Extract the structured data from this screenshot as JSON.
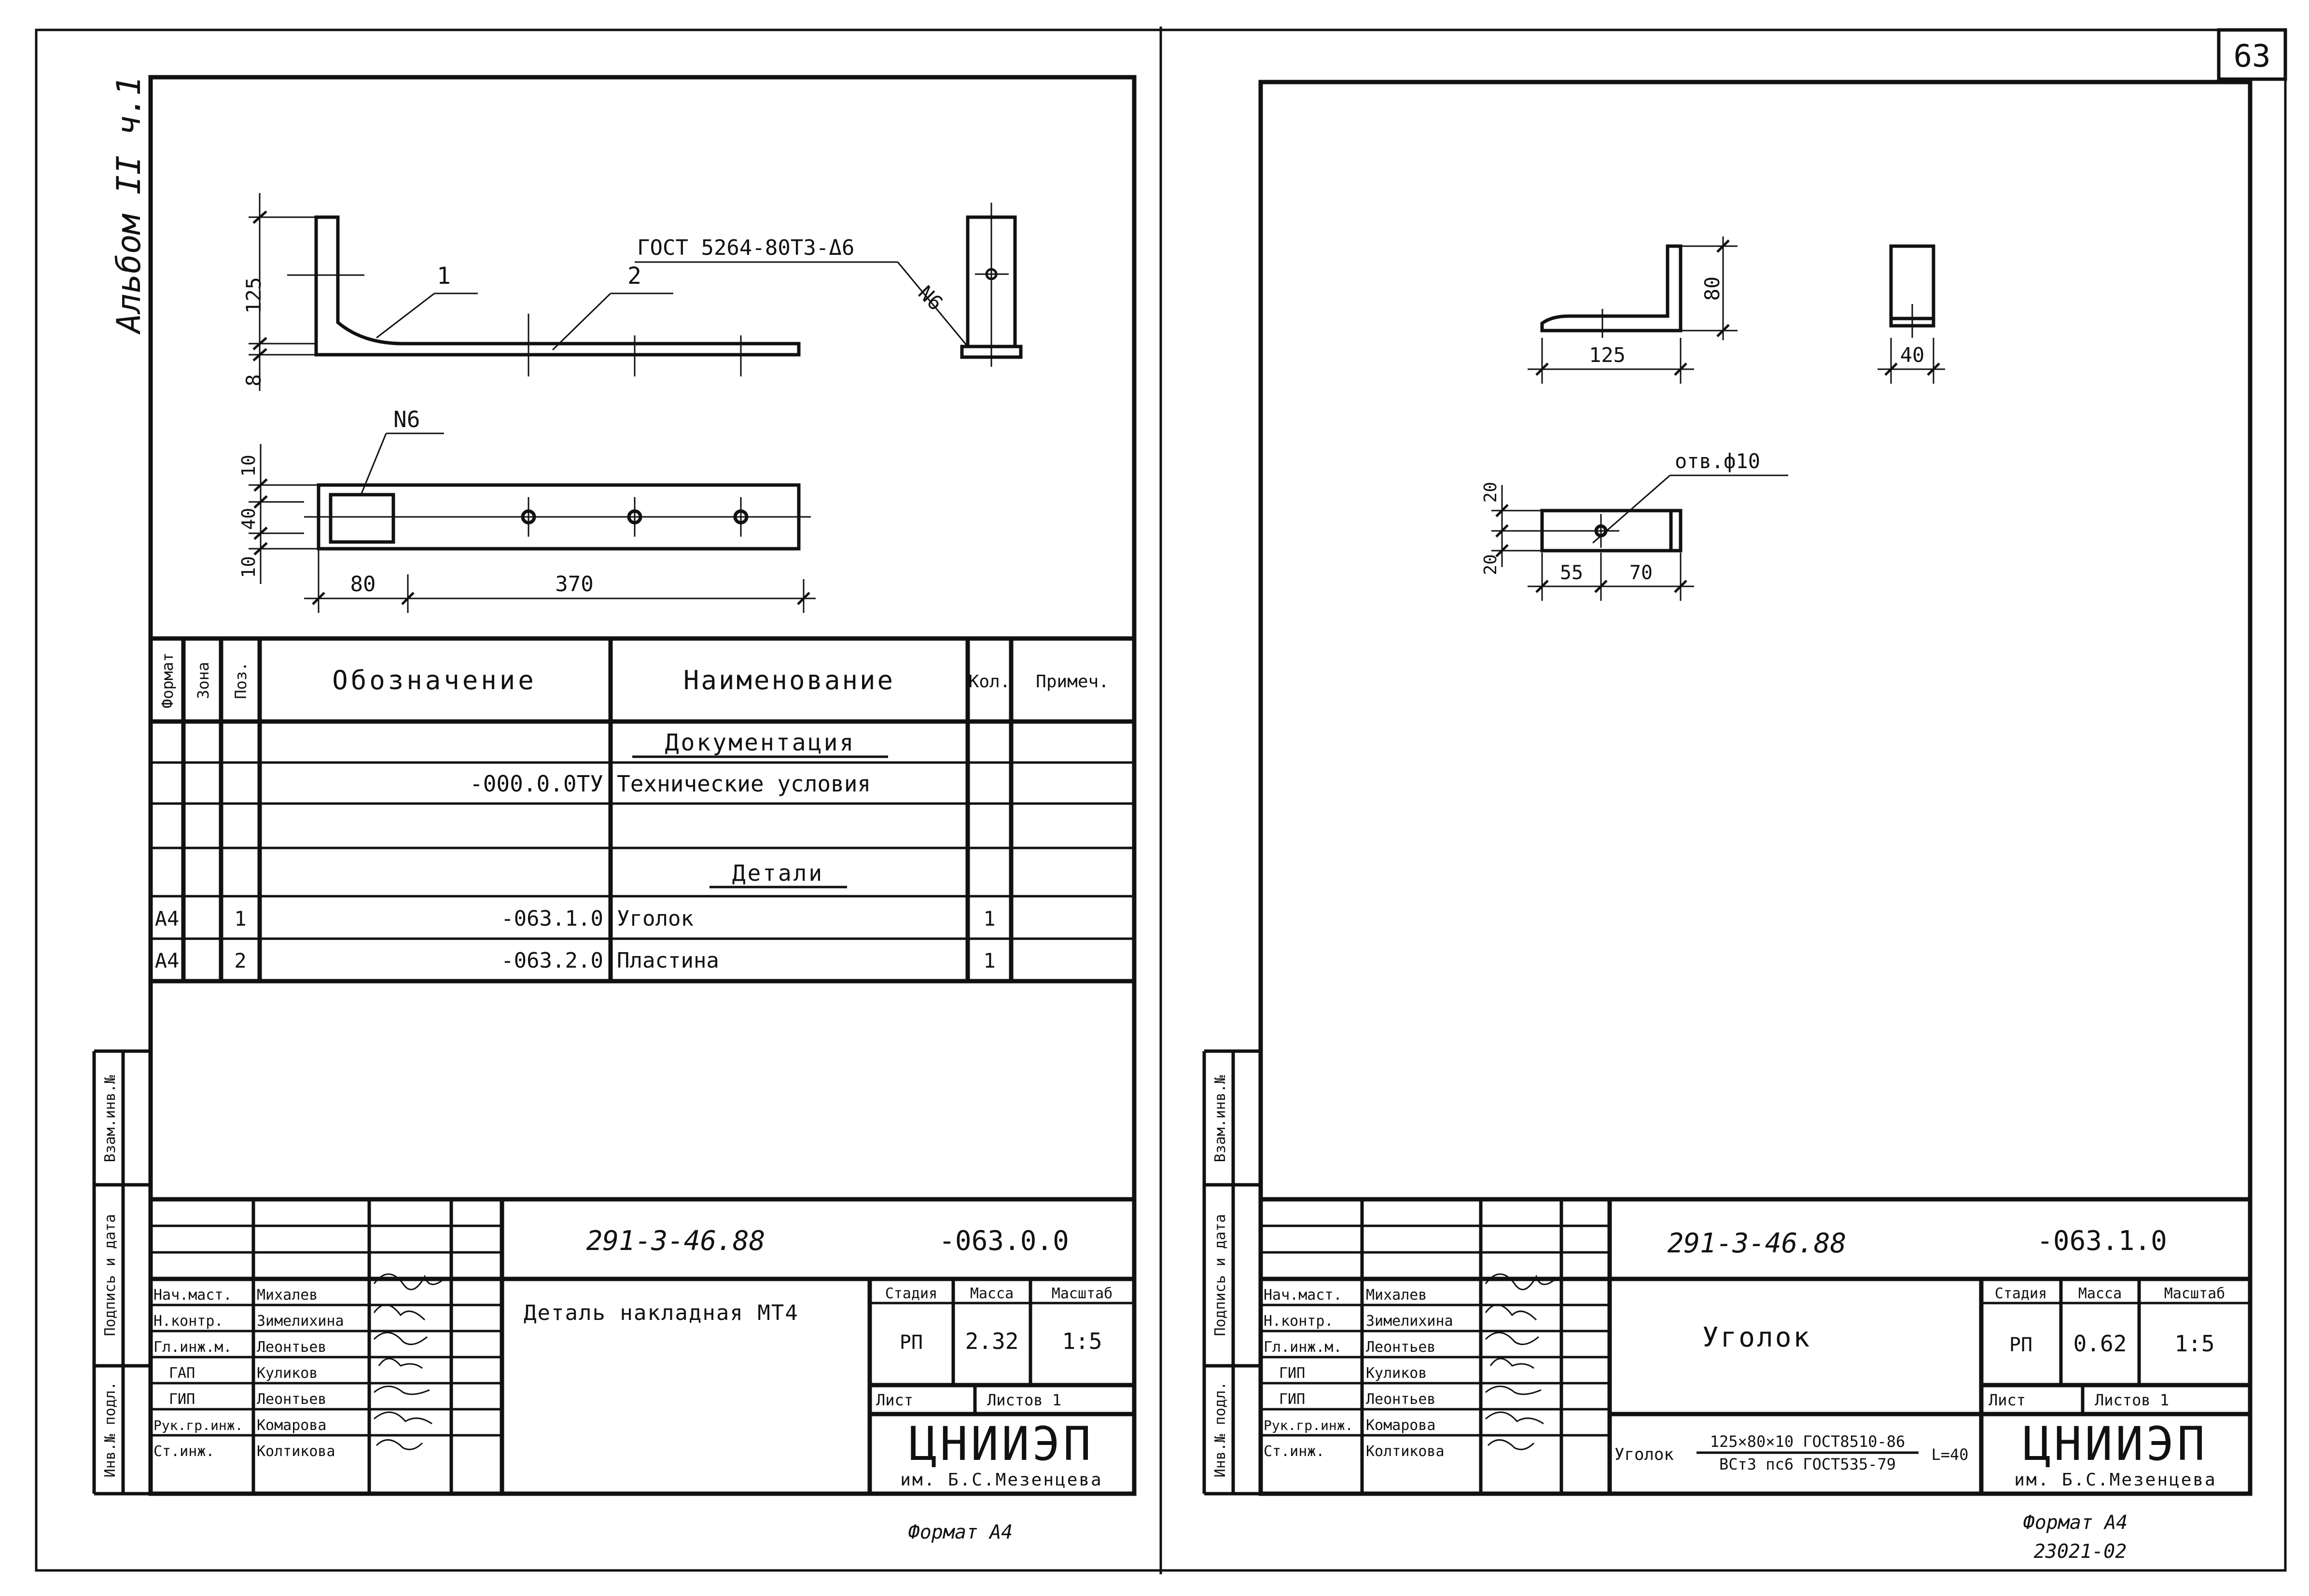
{
  "page_number": "63",
  "archive_number": "23021-02",
  "left": {
    "album_label": "Альбом II ч.1",
    "drawing": {
      "gost_note": "ГОСТ 5264-80Т3-Δ6",
      "callout_n6_side": "N6",
      "callout_n6_plan": "N6",
      "pos_1": "1",
      "pos_2": "2",
      "dim_125": "125",
      "dim_8": "8",
      "dim_10_top": "10",
      "dim_40": "40",
      "dim_10_bottom": "10",
      "dim_80": "80",
      "dim_370": "370"
    },
    "spec_table": {
      "headers": [
        "Формат",
        "Зона",
        "Поз.",
        "Обозначение",
        "Наименование",
        "Кол.",
        "Примеч."
      ],
      "rows": [
        {
          "format": "",
          "zone": "",
          "pos": "",
          "designation": "",
          "name": "Документация",
          "qty": "",
          "note": ""
        },
        {
          "format": "",
          "zone": "",
          "pos": "",
          "designation": "-000.0.0ТУ",
          "name": "Технические условия",
          "qty": "",
          "note": ""
        },
        {
          "format": "",
          "zone": "",
          "pos": "",
          "designation": "",
          "name": "",
          "qty": "",
          "note": ""
        },
        {
          "format": "",
          "zone": "",
          "pos": "",
          "designation": "",
          "name": "Детали",
          "qty": "",
          "note": ""
        },
        {
          "format": "А4",
          "zone": "",
          "pos": "1",
          "designation": "-063.1.0",
          "name": "Уголок",
          "qty": "1",
          "note": ""
        },
        {
          "format": "А4",
          "zone": "",
          "pos": "2",
          "designation": "-063.2.0",
          "name": "Пластина",
          "qty": "1",
          "note": ""
        }
      ]
    },
    "margin_labels": [
      "Взам.инв.№",
      "Подпись и дата",
      "Инв.№ подл."
    ],
    "title_block": {
      "project_code": "291-3-46.88",
      "doc_code": "-063.0.0",
      "title": "Деталь накладная МТ4",
      "stage_label": "Стадия",
      "mass_label": "Масса",
      "scale_label": "Масштаб",
      "stage": "РП",
      "mass": "2.32",
      "scale": "1:5",
      "sheet_label": "Лист",
      "sheets_label": "Листов 1",
      "org": "ЦНИИЭП",
      "org_sub": "им. Б.С.Мезенцева",
      "format_label": "Формат А4",
      "people": [
        {
          "role": "Нач.маст.",
          "name": "Михалев"
        },
        {
          "role": "Н.контр.",
          "name": "Зимелихина"
        },
        {
          "role": "Гл.инж.м.",
          "name": "Леонтьев"
        },
        {
          "role": "ГАП",
          "name": "Куликов"
        },
        {
          "role": "ГИП",
          "name": "Леонтьев"
        },
        {
          "role": "Рук.гр.инж.",
          "name": "Комарова"
        },
        {
          "role": "Ст.инж.",
          "name": "Колтикова"
        }
      ]
    }
  },
  "right": {
    "drawing": {
      "dim_80": "80",
      "dim_125": "125",
      "dim_40": "40",
      "hole_note": "отв.ф10",
      "dim_20_top": "20",
      "dim_20_bottom": "20",
      "dim_55": "55",
      "dim_70": "70"
    },
    "margin_labels": [
      "Взам.инв.№",
      "Подпись и дата",
      "Инв.№ подл."
    ],
    "title_block": {
      "project_code": "291-3-46.88",
      "doc_code": "-063.1.0",
      "title": "Уголок",
      "material_prefix": "Уголок",
      "material_top": "125×80×10 ГОСТ8510-86",
      "material_bottom": "ВСт3 пс6 ГОСТ535-79",
      "material_length": "L=40",
      "stage_label": "Стадия",
      "mass_label": "Масса",
      "scale_label": "Масштаб",
      "stage": "РП",
      "mass": "0.62",
      "scale": "1:5",
      "sheet_label": "Лист",
      "sheets_label": "Листов 1",
      "org": "ЦНИИЭП",
      "org_sub": "им. Б.С.Мезенцева",
      "format_label": "Формат А4",
      "people": [
        {
          "role": "Нач.маст.",
          "name": "Михалев"
        },
        {
          "role": "Н.контр.",
          "name": "Зимелихина"
        },
        {
          "role": "Гл.инж.м.",
          "name": "Леонтьев"
        },
        {
          "role": "ГИП",
          "name": "Куликов"
        },
        {
          "role": "ГИП",
          "name": "Леонтьев"
        },
        {
          "role": "Рук.гр.инж.",
          "name": "Комарова"
        },
        {
          "role": "Ст.инж.",
          "name": "Колтикова"
        }
      ]
    }
  }
}
